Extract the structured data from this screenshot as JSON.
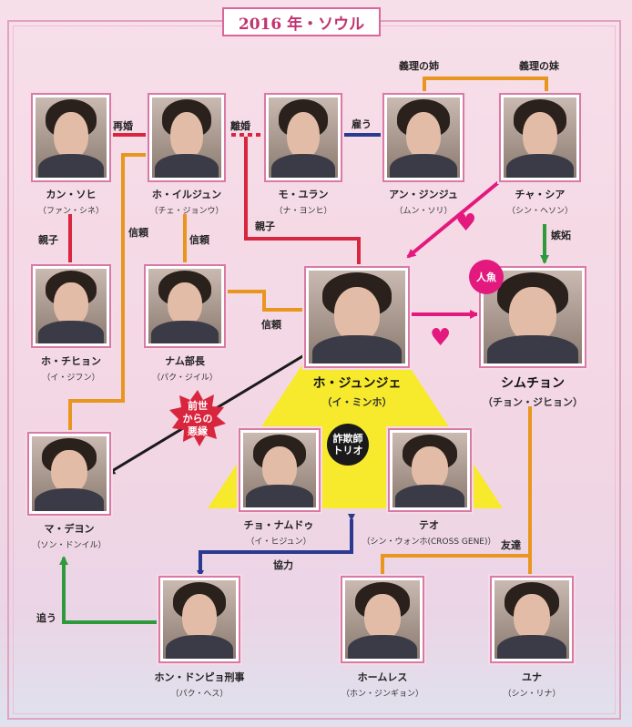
{
  "title": "2016 年・ソウル",
  "people": {
    "soi": {
      "name": "カン・ソヒ",
      "actor": "（ファン・シネ）"
    },
    "iljun": {
      "name": "ホ・イルジュン",
      "actor": "（チェ・ジョンウ）"
    },
    "yuran": {
      "name": "モ・ユラン",
      "actor": "（ナ・ヨンヒ）"
    },
    "jinju": {
      "name": "アン・ジンジュ",
      "actor": "（ムン・ソリ）"
    },
    "sia": {
      "name": "チャ・シア",
      "actor": "（シン・ヘソン）"
    },
    "chihyon": {
      "name": "ホ・チヒョン",
      "actor": "（イ・ジフン）"
    },
    "nam": {
      "name": "ナム部長",
      "actor": "（パク・ジイル）"
    },
    "junje": {
      "name": "ホ・ジュンジェ",
      "actor": "（イ・ミンホ）"
    },
    "simchon": {
      "name": "シムチョン",
      "actor": "（チョン・ジヒョン）"
    },
    "deyon": {
      "name": "マ・デヨン",
      "actor": "（ソン・ドンイル）"
    },
    "namdu": {
      "name": "チョ・ナムドゥ",
      "actor": "（イ・ヒジュン）"
    },
    "teo": {
      "name": "テオ",
      "actor": "（シン・ウォンホ(CROSS GENE)）"
    },
    "hon": {
      "name": "ホン・ドンピョ刑事",
      "actor": "（パク・ヘス）"
    },
    "homeless": {
      "name": "ホームレス",
      "actor": "（ホン・ジンギョン）"
    },
    "yuna": {
      "name": "ユナ",
      "actor": "（シン・リナ）"
    }
  },
  "relations": {
    "remarried": "再婚",
    "divorced": "離婚",
    "hired": "雇う",
    "sister_in_law_elder": "義理の姉",
    "sister_in_law_younger": "義理の妹",
    "parent_child_1": "親子",
    "parent_child_2": "親子",
    "trust_1": "信頼",
    "trust_2": "信頼",
    "trust_3": "信頼",
    "jealousy": "嫉妬",
    "cooperation": "協力",
    "friends": "友達",
    "chase": "追う"
  },
  "badges": {
    "mermaid": "人魚",
    "trio_line1": "詐欺師",
    "trio_line2": "トリオ",
    "fate_line1": "前世",
    "fate_line2": "からの",
    "fate_line3": "悪縁"
  },
  "colors": {
    "red": "#d9263f",
    "orange": "#e8961e",
    "navy": "#2b3990",
    "pink": "#e4197e",
    "green": "#2f9a3c",
    "black": "#1a1a1a",
    "yellow": "#f7ea2c",
    "frame": "#d97aa6"
  }
}
